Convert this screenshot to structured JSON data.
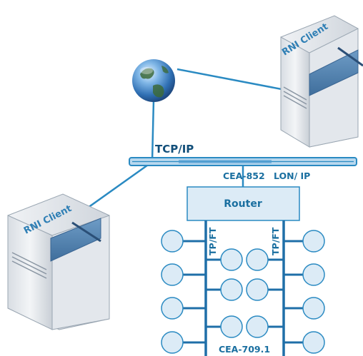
{
  "network_labels": {
    "tcp_ip": "TCP/IP",
    "cea_852": "CEA-852",
    "lon_ip": "LON/ IP",
    "router": "Router",
    "tp_ft_left": "TP/FT",
    "tp_ft_right": "TP/FT",
    "cea_709": "CEA-709.1"
  },
  "clients": [
    {
      "label": "RNI Client"
    },
    {
      "label": "RNI Client"
    }
  ],
  "icons": {
    "globe": "globe-icon",
    "server": "server-tower-icon"
  },
  "colors": {
    "line": "#2a8ac2",
    "bus_fill": "#b9d8ee",
    "router_fill": "#dcebf6",
    "node_fill": "#dcebf6",
    "label": "#1a6fa0"
  }
}
